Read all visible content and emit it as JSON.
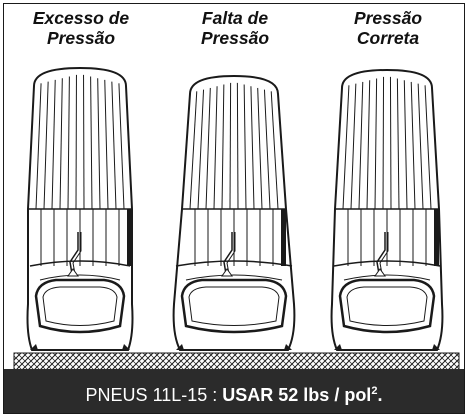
{
  "tires": [
    {
      "id": "over",
      "title_line1": "Excesso de",
      "title_line2": "Pressão"
    },
    {
      "id": "under",
      "title_line1": "Falta de",
      "title_line2": "Pressão"
    },
    {
      "id": "correct",
      "title_line1": "Pressão",
      "title_line2": "Correta"
    }
  ],
  "caption": {
    "prefix": "PNEUS 11L-15 : ",
    "bold_value": "USAR 52 lbs / pol",
    "superscript": "2",
    "suffix": "."
  },
  "colors": {
    "ink": "#1a1a1a",
    "caption_bg": "#2b2b2b",
    "caption_text": "#ffffff"
  }
}
